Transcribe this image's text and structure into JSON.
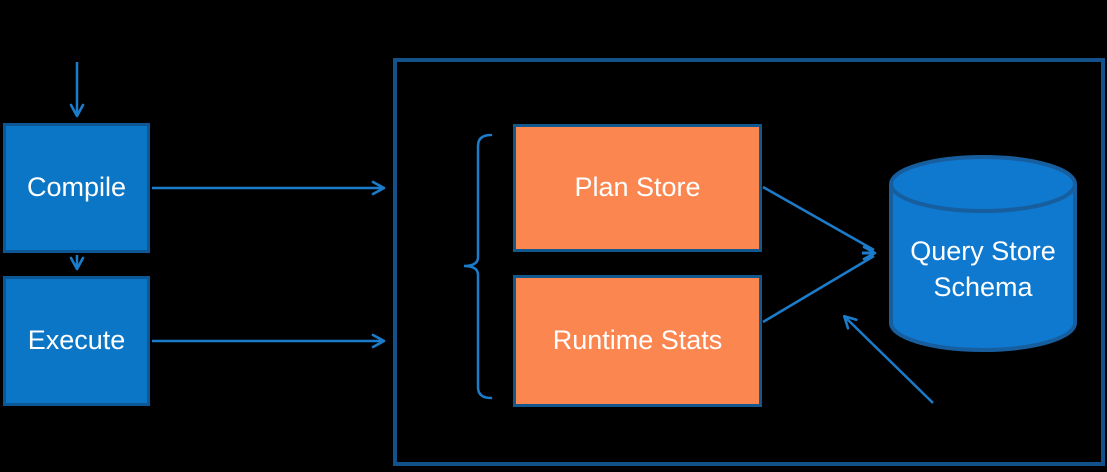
{
  "diagram": {
    "description": "Query Store architecture diagram",
    "nodes": {
      "compile": {
        "label": "Compile"
      },
      "execute": {
        "label": "Execute"
      },
      "plan_store": {
        "label": "Plan Store"
      },
      "runtime_stats": {
        "label": "Runtime Stats"
      },
      "query_store_schema": {
        "label": "Query Store Schema"
      }
    },
    "colors": {
      "background": "#000000",
      "process_fill": "#0B76C6",
      "process_border": "#0C5796",
      "store_fill": "#FC8650",
      "store_border": "#13578F",
      "container_border": "#13518B",
      "connector": "#1B7CCB",
      "cylinder_fill": "#0F78CF",
      "cylinder_border": "#175E9E",
      "text": "#FFFFFF"
    }
  }
}
